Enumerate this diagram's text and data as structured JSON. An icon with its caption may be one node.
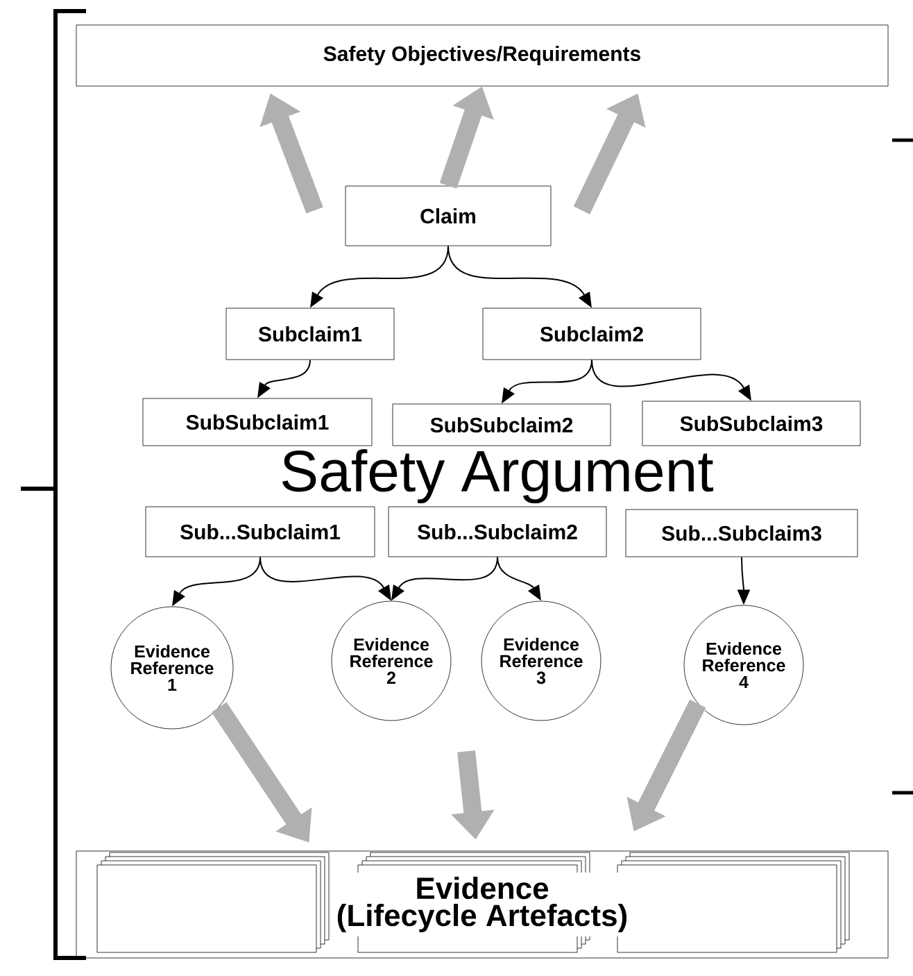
{
  "diagram": {
    "nodes": [
      {
        "text": [
          "Safety Objectives/Requirements"
        ]
      },
      {
        "text": [
          "Claim"
        ]
      },
      {
        "text": [
          "Subclaim1"
        ]
      },
      {
        "text": [
          "Subclaim2"
        ]
      },
      {
        "text": [
          "SubSubclaim1"
        ]
      },
      {
        "text": [
          "SubSubclaim2"
        ]
      },
      {
        "text": [
          "SubSubclaim3"
        ]
      },
      {
        "text": [
          "Sub...Subclaim1"
        ]
      },
      {
        "text": [
          "Sub...Subclaim2"
        ]
      },
      {
        "text": [
          "Sub...Subclaim3"
        ]
      },
      {
        "text": [
          "Evidence Reference 1"
        ]
      },
      {
        "text": [
          "Evidence Reference 2"
        ]
      },
      {
        "text": [
          "Evidence Reference 3"
        ]
      },
      {
        "text": [
          "Evidence Reference 4"
        ]
      },
      {
        "text": [
          "Evidence",
          "(Lifecycle Artefacts)"
        ]
      }
    ],
    "edges": [
      {
        "from": 1,
        "to": 0,
        "arrow": "to",
        "style": "thick",
        "color": "#b0b0b0"
      },
      {
        "from": 1,
        "to": 0,
        "arrow": "to",
        "style": "thick",
        "color": "#b0b0b0"
      },
      {
        "from": 1,
        "to": 0,
        "arrow": "to",
        "style": "thick",
        "color": "#b0b0b0"
      },
      {
        "from": 1,
        "to": 2,
        "arrow": "to"
      },
      {
        "from": 1,
        "to": 3,
        "arrow": "to"
      },
      {
        "from": 2,
        "to": 4,
        "arrow": "to"
      },
      {
        "from": 3,
        "to": 5,
        "arrow": "to"
      },
      {
        "from": 3,
        "to": 6,
        "arrow": "to"
      },
      {
        "from": 7,
        "to": 10,
        "arrow": "to"
      },
      {
        "from": 7,
        "to": 11,
        "arrow": "to"
      },
      {
        "from": 8,
        "to": 11,
        "arrow": "to"
      },
      {
        "from": 8,
        "to": 12,
        "arrow": "to"
      },
      {
        "from": 9,
        "to": 13,
        "arrow": "to"
      },
      {
        "from": 10,
        "to": 14,
        "arrow": "to",
        "style": "thick",
        "color": "#b0b0b0"
      },
      {
        "from": 11,
        "to": 14,
        "arrow": "to",
        "style": "thick",
        "color": "#b0b0b0"
      },
      {
        "from": 12,
        "to": 14,
        "arrow": "to",
        "style": "thick",
        "color": "#b0b0b0"
      },
      {
        "from": 13,
        "to": 14,
        "arrow": "to",
        "style": "thick",
        "color": "#b0b0b0"
      }
    ],
    "labels": [
      "Safety Argument"
    ]
  }
}
